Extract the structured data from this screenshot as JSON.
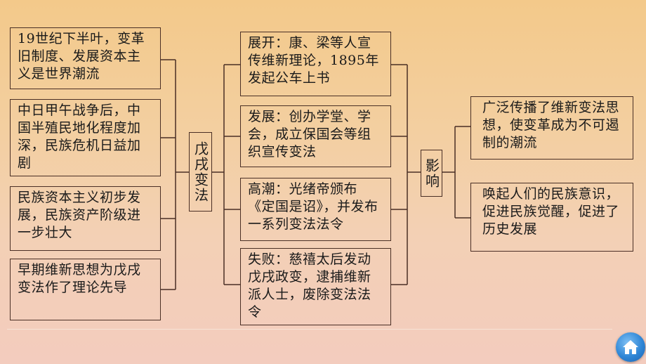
{
  "diagram": {
    "causes": [
      "19世纪下半叶，变革旧制度、发展资本主义是世界潮流",
      "中日甲午战争后，中国半殖民地化程度加深，民族危机日益加剧",
      "民族资本主义初步发展，民族资产阶级进一步壮大",
      "早期维新思想为戊戌变法作了理论先导"
    ],
    "center_label": "戊戌变法",
    "stages": [
      "展开：康、梁等人宣传维新理论，1895年发起公车上书",
      "发展：创办学堂、学会，成立保国会等组织宣传变法",
      "高潮：光绪帝颁布《定国是诏》，并发布一系列变法法令",
      "失败：慈禧太后发动戊戌政变，逮捕维新派人士，废除变法法令"
    ],
    "impact_label": "影响",
    "impacts": [
      "广泛传播了维新变法思想，使变革成为不可遏制的潮流",
      "唤起人们的民族意识，促进民族觉醒，促进了历史发展"
    ]
  },
  "nav": {
    "home_icon": "home-icon"
  }
}
